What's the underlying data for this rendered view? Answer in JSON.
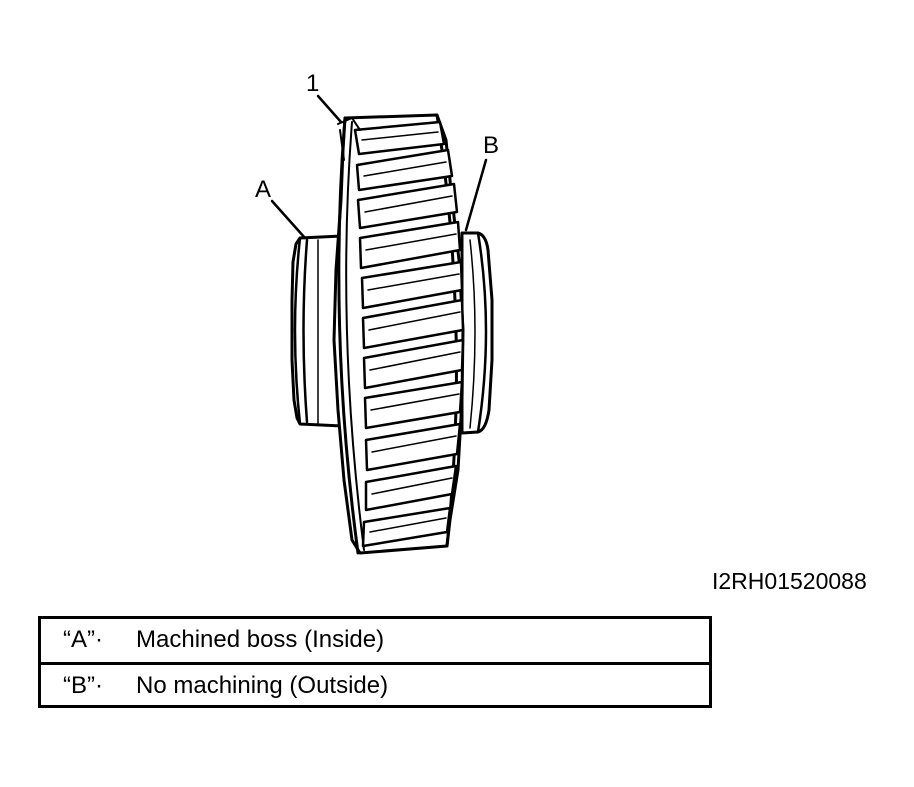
{
  "figure_id": "I2RH01520088",
  "callouts": {
    "part": "1",
    "a": "A",
    "b": "B"
  },
  "legend": [
    {
      "key": "“A”·",
      "description": "Machined boss (Inside)"
    },
    {
      "key": "“B”·",
      "description": "No machining (Outside)"
    }
  ],
  "colors": {
    "ink": "#000000",
    "paper": "#ffffff",
    "highlight": "#e6e6e6"
  }
}
